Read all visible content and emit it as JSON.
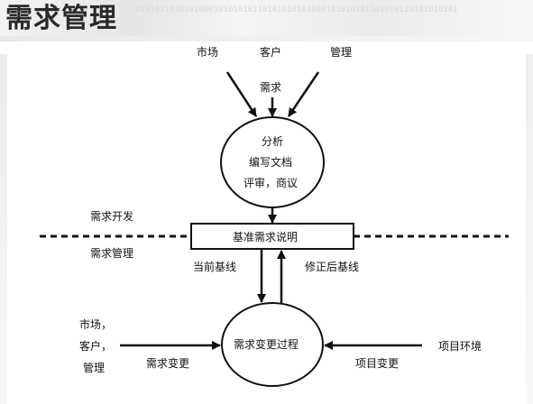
{
  "header": {
    "title": "需求管理",
    "decoration": "010101101010100010101010110101010101000101010101101010110101010101"
  },
  "diagram": {
    "inputs_top": {
      "market": "市场",
      "customer": "客户",
      "management": "管理",
      "requirements": "需求"
    },
    "process_circle": {
      "line1": "分析",
      "line2": "编写文档",
      "line3": "评审，商议"
    },
    "zone_labels": {
      "above": "需求开发",
      "below": "需求管理"
    },
    "baseline_box": "基准需求说明",
    "flow_labels": {
      "current_baseline": "当前基线",
      "revised_baseline": "修正后基线"
    },
    "change_circle": "需求变更过程",
    "left_source": {
      "line1": "市场，",
      "line2": "客户，",
      "line3": "管理"
    },
    "left_arrow_label": "需求变更",
    "right_source": "项目环境",
    "right_arrow_label": "项目变更"
  }
}
